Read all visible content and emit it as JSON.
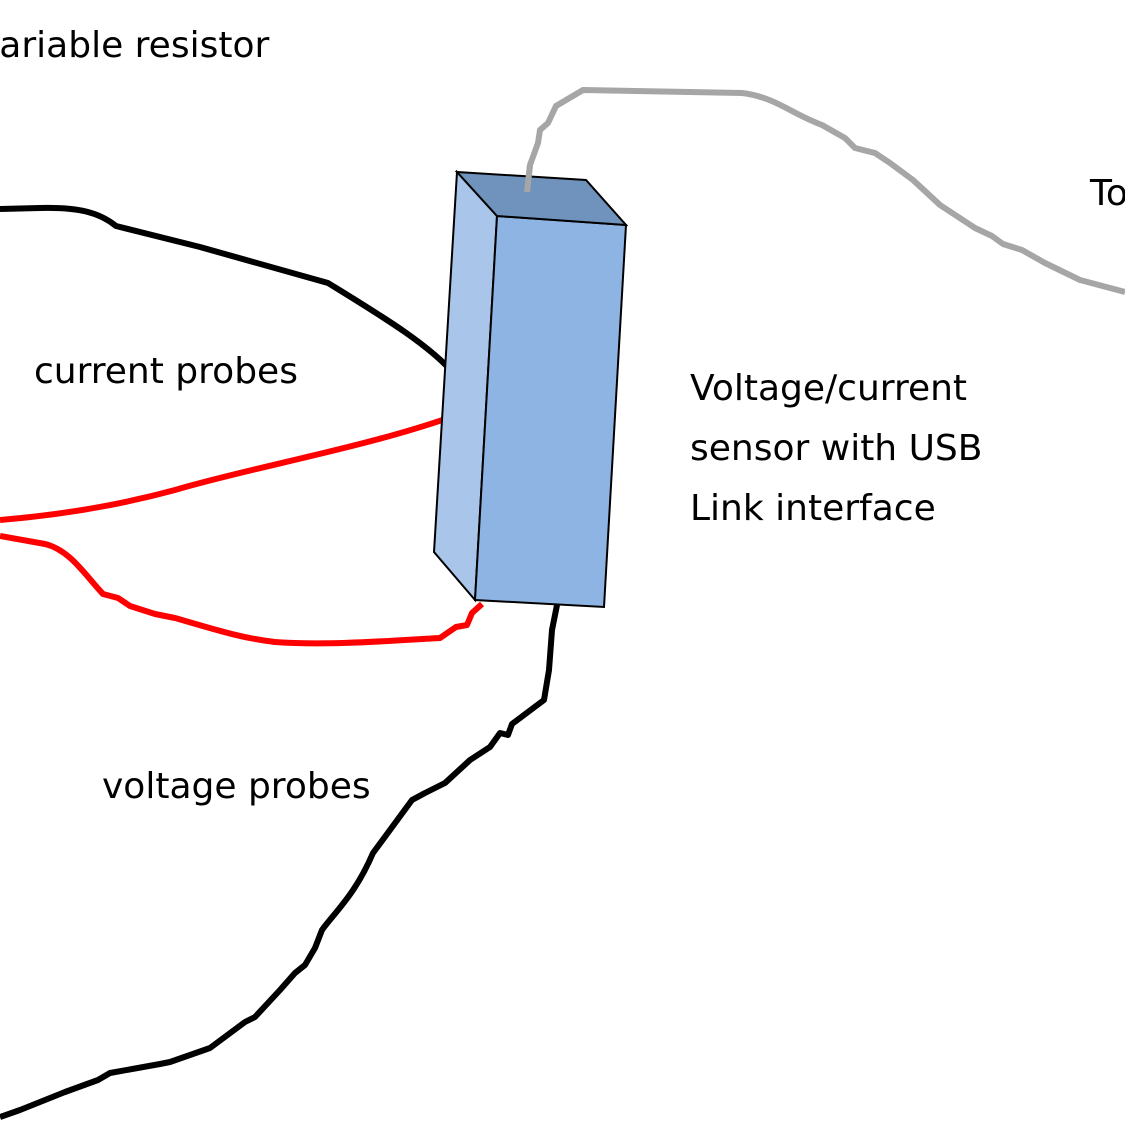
{
  "labels": {
    "resistor": "variable resistor",
    "current_probes": "current probes",
    "voltage_probes": "voltage probes",
    "sensor_line1": "Voltage/current",
    "sensor_line2": "sensor with USB",
    "sensor_line3": "Link interface",
    "to_label": "To"
  },
  "colors": {
    "black_wire": "#000000",
    "red_wire": "#ff0000",
    "usb_cable": "#a6a6a6",
    "sensor_front": "#8eb4e3",
    "sensor_side": "#a9c6ea",
    "sensor_top": "#6f93bd"
  }
}
